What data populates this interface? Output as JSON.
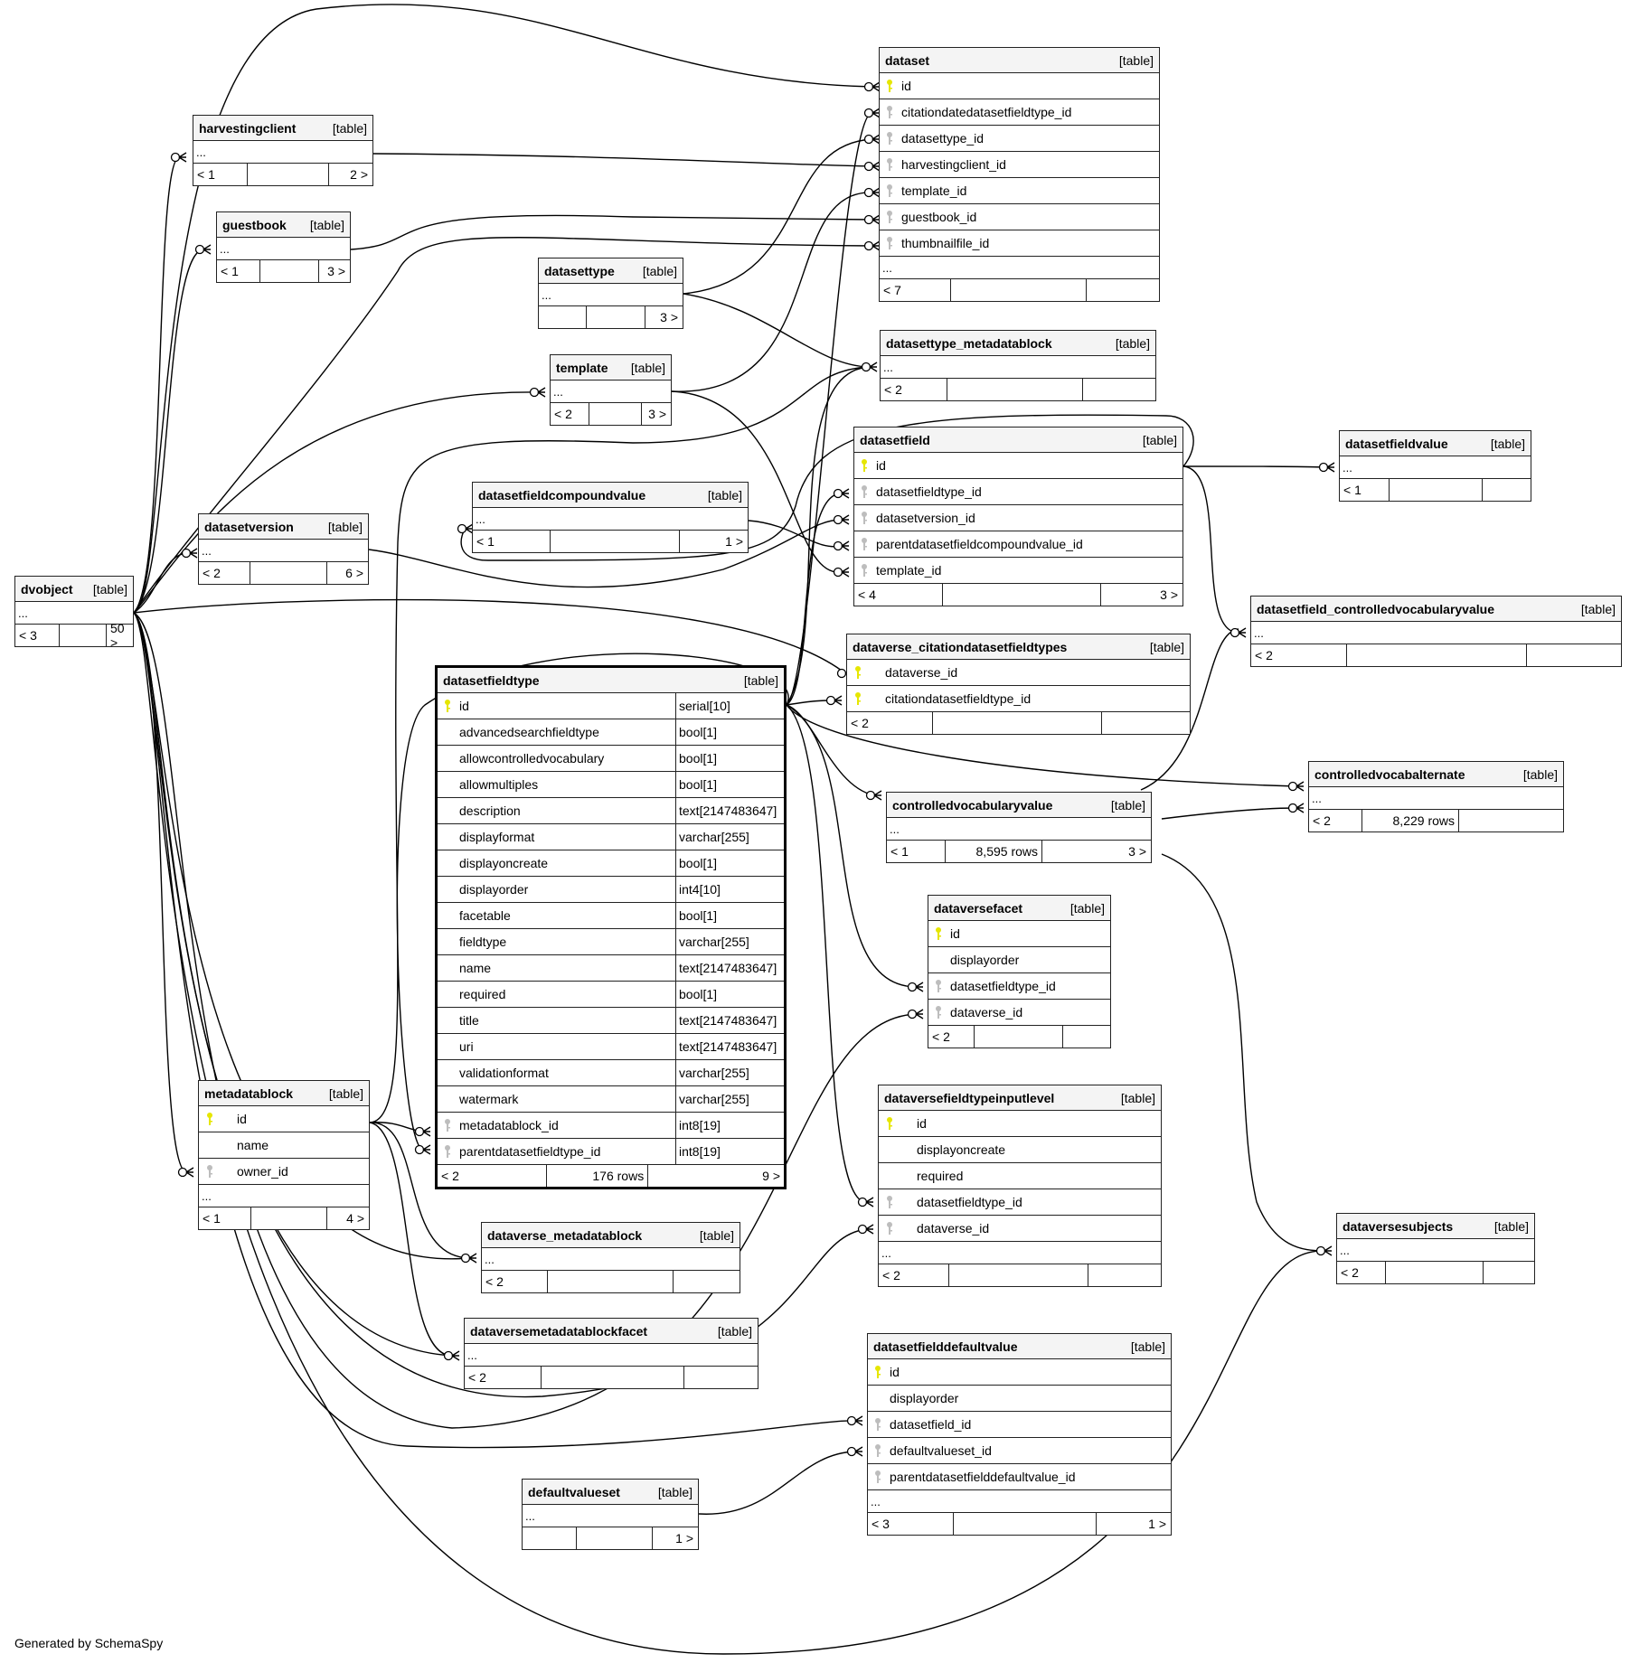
{
  "diagram": {
    "credit": "Generated by SchemaSpy",
    "colors": {
      "primary_key": "#e6e600",
      "foreign_key": "#bdbdbd",
      "header_bg": "#f4f4f4",
      "border": "#222222"
    },
    "tables": {
      "dataset": {
        "name": "dataset",
        "kind": "[table]",
        "columns": [
          {
            "name": "id",
            "key": "pk"
          },
          {
            "name": "citationdatedatasetfieldtype_id",
            "key": "fk"
          },
          {
            "name": "datasettype_id",
            "key": "fk"
          },
          {
            "name": "harvestingclient_id",
            "key": "fk"
          },
          {
            "name": "template_id",
            "key": "fk"
          },
          {
            "name": "guestbook_id",
            "key": "fk"
          },
          {
            "name": "thumbnailfile_id",
            "key": "fk"
          }
        ],
        "ellipsis": "...",
        "footer": {
          "left": "< 7",
          "mid": "",
          "right": ""
        }
      },
      "harvestingclient": {
        "name": "harvestingclient",
        "kind": "[table]",
        "ellipsis": "...",
        "footer": {
          "left": "< 1",
          "mid": "",
          "right": "2 >"
        }
      },
      "guestbook": {
        "name": "guestbook",
        "kind": "[table]",
        "ellipsis": "...",
        "footer": {
          "left": "< 1",
          "mid": "",
          "right": "3 >"
        }
      },
      "datasettype": {
        "name": "datasettype",
        "kind": "[table]",
        "ellipsis": "...",
        "footer": {
          "left": "",
          "mid": "",
          "right": "3 >"
        }
      },
      "template": {
        "name": "template",
        "kind": "[table]",
        "ellipsis": "...",
        "footer": {
          "left": "< 2",
          "mid": "",
          "right": "3 >"
        }
      },
      "datasettype_metadatablock": {
        "name": "datasettype_metadatablock",
        "kind": "[table]",
        "ellipsis": "...",
        "footer": {
          "left": "< 2",
          "mid": "",
          "right": ""
        }
      },
      "datasetfield": {
        "name": "datasetfield",
        "kind": "[table]",
        "columns": [
          {
            "name": "id",
            "key": "pk"
          },
          {
            "name": "datasetfieldtype_id",
            "key": "fk"
          },
          {
            "name": "datasetversion_id",
            "key": "fk"
          },
          {
            "name": "parentdatasetfieldcompoundvalue_id",
            "key": "fk"
          },
          {
            "name": "template_id",
            "key": "fk"
          }
        ],
        "footer": {
          "left": "< 4",
          "mid": "",
          "right": "3 >"
        }
      },
      "datasetfieldvalue": {
        "name": "datasetfieldvalue",
        "kind": "[table]",
        "ellipsis": "...",
        "footer": {
          "left": "< 1",
          "mid": "",
          "right": ""
        }
      },
      "datasetfieldcompoundvalue": {
        "name": "datasetfieldcompoundvalue",
        "kind": "[table]",
        "ellipsis": "...",
        "footer": {
          "left": "< 1",
          "mid": "",
          "right": "1 >"
        }
      },
      "datasetversion": {
        "name": "datasetversion",
        "kind": "[table]",
        "ellipsis": "...",
        "footer": {
          "left": "< 2",
          "mid": "",
          "right": "6 >"
        }
      },
      "dvobject": {
        "name": "dvobject",
        "kind": "[table]",
        "ellipsis": "...",
        "footer": {
          "left": "< 3",
          "mid": "",
          "right": "50 >"
        }
      },
      "datasetfield_controlledvocabularyvalue": {
        "name": "datasetfield_controlledvocabularyvalue",
        "kind": "[table]",
        "ellipsis": "...",
        "footer": {
          "left": "< 2",
          "mid": "",
          "right": ""
        }
      },
      "dataverse_citationdatasetfieldtypes": {
        "name": "dataverse_citationdatasetfieldtypes",
        "kind": "[table]",
        "columns": [
          {
            "name": "dataverse_id",
            "key": "pk"
          },
          {
            "name": "citationdatasetfieldtype_id",
            "key": "pk"
          }
        ],
        "footer": {
          "left": "< 2",
          "mid": "",
          "right": ""
        }
      },
      "datasetfieldtype": {
        "name": "datasetfieldtype",
        "kind": "[table]",
        "columns": [
          {
            "name": "id",
            "type": "serial[10]",
            "key": "pk"
          },
          {
            "name": "advancedsearchfieldtype",
            "type": "bool[1]",
            "key": ""
          },
          {
            "name": "allowcontrolledvocabulary",
            "type": "bool[1]",
            "key": ""
          },
          {
            "name": "allowmultiples",
            "type": "bool[1]",
            "key": ""
          },
          {
            "name": "description",
            "type": "text[2147483647]",
            "key": ""
          },
          {
            "name": "displayformat",
            "type": "varchar[255]",
            "key": ""
          },
          {
            "name": "displayoncreate",
            "type": "bool[1]",
            "key": ""
          },
          {
            "name": "displayorder",
            "type": "int4[10]",
            "key": ""
          },
          {
            "name": "facetable",
            "type": "bool[1]",
            "key": ""
          },
          {
            "name": "fieldtype",
            "type": "varchar[255]",
            "key": ""
          },
          {
            "name": "name",
            "type": "text[2147483647]",
            "key": ""
          },
          {
            "name": "required",
            "type": "bool[1]",
            "key": ""
          },
          {
            "name": "title",
            "type": "text[2147483647]",
            "key": ""
          },
          {
            "name": "uri",
            "type": "text[2147483647]",
            "key": ""
          },
          {
            "name": "validationformat",
            "type": "varchar[255]",
            "key": ""
          },
          {
            "name": "watermark",
            "type": "varchar[255]",
            "key": ""
          },
          {
            "name": "metadatablock_id",
            "type": "int8[19]",
            "key": "fk"
          },
          {
            "name": "parentdatasetfieldtype_id",
            "type": "int8[19]",
            "key": "fk"
          }
        ],
        "footer": {
          "left": "< 2",
          "mid": "176 rows",
          "right": "9 >"
        }
      },
      "controlledvocabalternate": {
        "name": "controlledvocabalternate",
        "kind": "[table]",
        "ellipsis": "...",
        "footer": {
          "left": "< 2",
          "mid": "8,229 rows",
          "right": ""
        }
      },
      "controlledvocabularyvalue": {
        "name": "controlledvocabularyvalue",
        "kind": "[table]",
        "ellipsis": "...",
        "footer": {
          "left": "< 1",
          "mid": "8,595 rows",
          "right": "3 >"
        }
      },
      "dataversefacet": {
        "name": "dataversefacet",
        "kind": "[table]",
        "columns": [
          {
            "name": "id",
            "key": "pk"
          },
          {
            "name": "displayorder",
            "key": ""
          },
          {
            "name": "datasetfieldtype_id",
            "key": "fk"
          },
          {
            "name": "dataverse_id",
            "key": "fk"
          }
        ],
        "footer": {
          "left": "< 2",
          "mid": "",
          "right": ""
        }
      },
      "dataversefieldtypeinputlevel": {
        "name": "dataversefieldtypeinputlevel",
        "kind": "[table]",
        "columns": [
          {
            "name": "id",
            "key": "pk"
          },
          {
            "name": "displayoncreate",
            "key": ""
          },
          {
            "name": "required",
            "key": ""
          },
          {
            "name": "datasetfieldtype_id",
            "key": "fk"
          },
          {
            "name": "dataverse_id",
            "key": "fk"
          }
        ],
        "ellipsis": "...",
        "footer": {
          "left": "< 2",
          "mid": "",
          "right": ""
        }
      },
      "metadatablock": {
        "name": "metadatablock",
        "kind": "[table]",
        "columns": [
          {
            "name": "id",
            "key": "pk"
          },
          {
            "name": "name",
            "key": ""
          },
          {
            "name": "owner_id",
            "key": "fk"
          }
        ],
        "ellipsis": "...",
        "footer": {
          "left": "< 1",
          "mid": "",
          "right": "4 >"
        }
      },
      "dataverse_metadatablock": {
        "name": "dataverse_metadatablock",
        "kind": "[table]",
        "ellipsis": "...",
        "footer": {
          "left": "< 2",
          "mid": "",
          "right": ""
        }
      },
      "dataversemetadatablockfacet": {
        "name": "dataversemetadatablockfacet",
        "kind": "[table]",
        "ellipsis": "...",
        "footer": {
          "left": "< 2",
          "mid": "",
          "right": ""
        }
      },
      "datasetfielddefaultvalue": {
        "name": "datasetfielddefaultvalue",
        "kind": "[table]",
        "columns": [
          {
            "name": "id",
            "key": "pk"
          },
          {
            "name": "displayorder",
            "key": ""
          },
          {
            "name": "datasetfield_id",
            "key": "fk"
          },
          {
            "name": "defaultvalueset_id",
            "key": "fk"
          },
          {
            "name": "parentdatasetfielddefaultvalue_id",
            "key": "fk"
          }
        ],
        "ellipsis": "...",
        "footer": {
          "left": "< 3",
          "mid": "",
          "right": "1 >"
        }
      },
      "defaultvalueset": {
        "name": "defaultvalueset",
        "kind": "[table]",
        "ellipsis": "...",
        "footer": {
          "left": "",
          "mid": "",
          "right": "1 >"
        }
      },
      "dataversesubjects": {
        "name": "dataversesubjects",
        "kind": "[table]",
        "ellipsis": "...",
        "footer": {
          "left": "< 2",
          "mid": "",
          "right": ""
        }
      }
    }
  }
}
